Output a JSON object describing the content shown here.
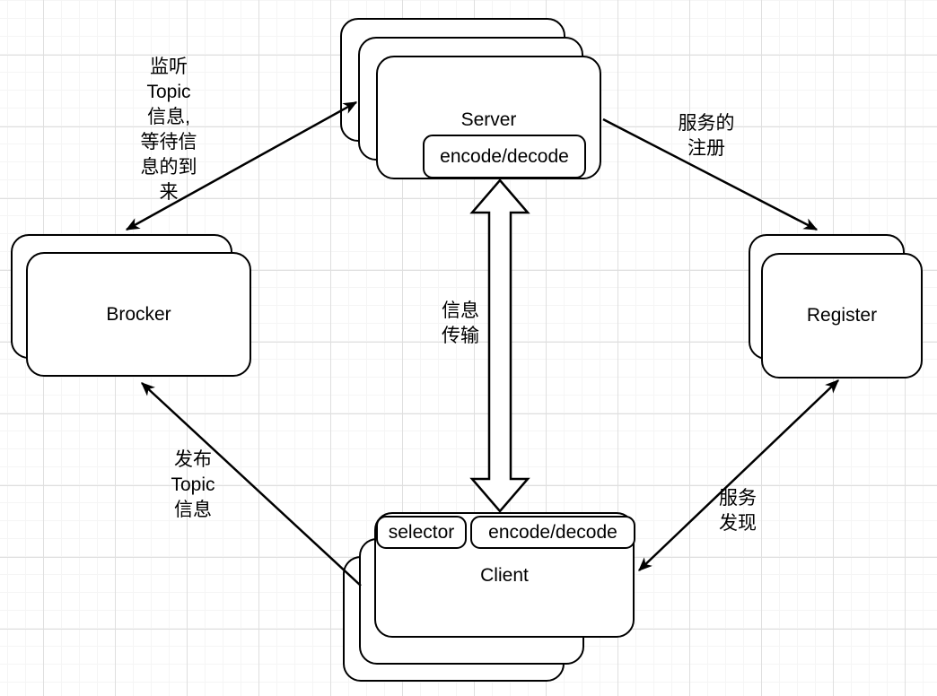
{
  "diagram": {
    "nodes": {
      "server": {
        "title": "Server",
        "codec_module": "encode/decode"
      },
      "brocker": {
        "title": "Brocker"
      },
      "register": {
        "title": "Register"
      },
      "client": {
        "title": "Client",
        "selector_module": "selector",
        "codec_module": "encode/decode"
      }
    },
    "edges": {
      "listen_topic": {
        "label": "监听\nTopic\n信息,\n等待信\n息的到\n来"
      },
      "service_register": {
        "label": "服务的\n注册"
      },
      "message_transfer": {
        "label": "信息\n传输"
      },
      "publish_topic": {
        "label": "发布\nTopic\n信息"
      },
      "service_discover": {
        "label": "服务\n发现"
      }
    },
    "colors": {
      "stroke": "#000000",
      "shape_fill": "#ffffff",
      "grid_minor": "#f5f5f5",
      "grid_major": "#dfdfdf"
    }
  }
}
